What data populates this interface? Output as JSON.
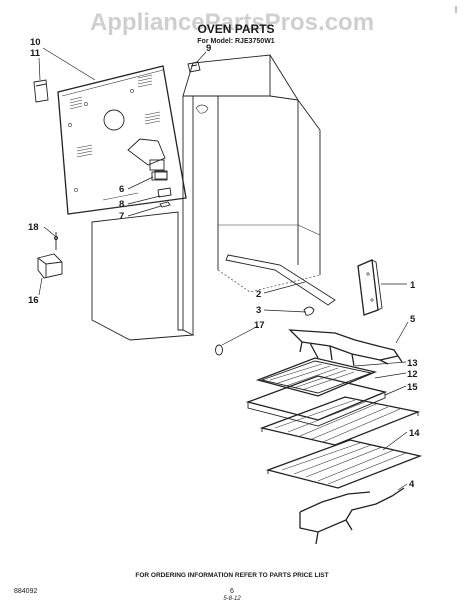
{
  "header": {
    "watermark": "AppliancePartsPros.com",
    "title": "OVEN PARTS",
    "model_line": "For Model: RJE3750W1"
  },
  "callouts": [
    "1",
    "2",
    "3",
    "4",
    "5",
    "6",
    "7",
    "8",
    "9",
    "10",
    "11",
    "12",
    "13",
    "14",
    "15",
    "16",
    "17",
    "18"
  ],
  "footer": {
    "ordering_note": "FOR ORDERING INFORMATION REFER TO PARTS PRICE LIST",
    "doc_number": "884092",
    "page_number": "6",
    "date": "5-8-12"
  }
}
